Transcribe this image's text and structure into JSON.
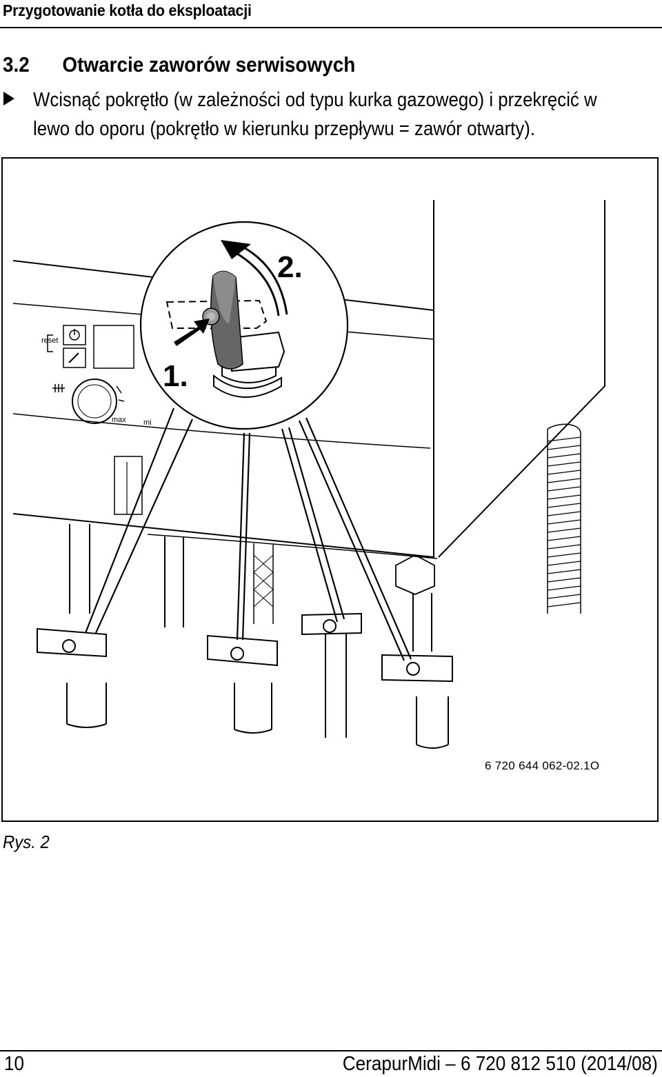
{
  "header": {
    "running_title": "Przygotowanie kotła do eksploatacji"
  },
  "section": {
    "number": "3.2",
    "title": "Otwarcie zaworów serwisowych"
  },
  "instruction": {
    "text": "Wcisnąć pokrętło (w zależności od typu kurka gazowego) i przekręcić w lewo do oporu (pokrętło w kierunku przepływu = zawór otwarty).",
    "bullet_icon": "triangle-right-icon"
  },
  "figure": {
    "code": "6 720 644 062-02.1O",
    "caption": "Rys. 2",
    "step_labels": {
      "push": "1.",
      "turn": "2."
    },
    "panel_labels": {
      "reset": "reset",
      "max": "max",
      "min_partial": "mi"
    }
  },
  "footer": {
    "page_number": "10",
    "document_ref": "CerapurMidi – 6 720 812 510 (2014/08)"
  }
}
